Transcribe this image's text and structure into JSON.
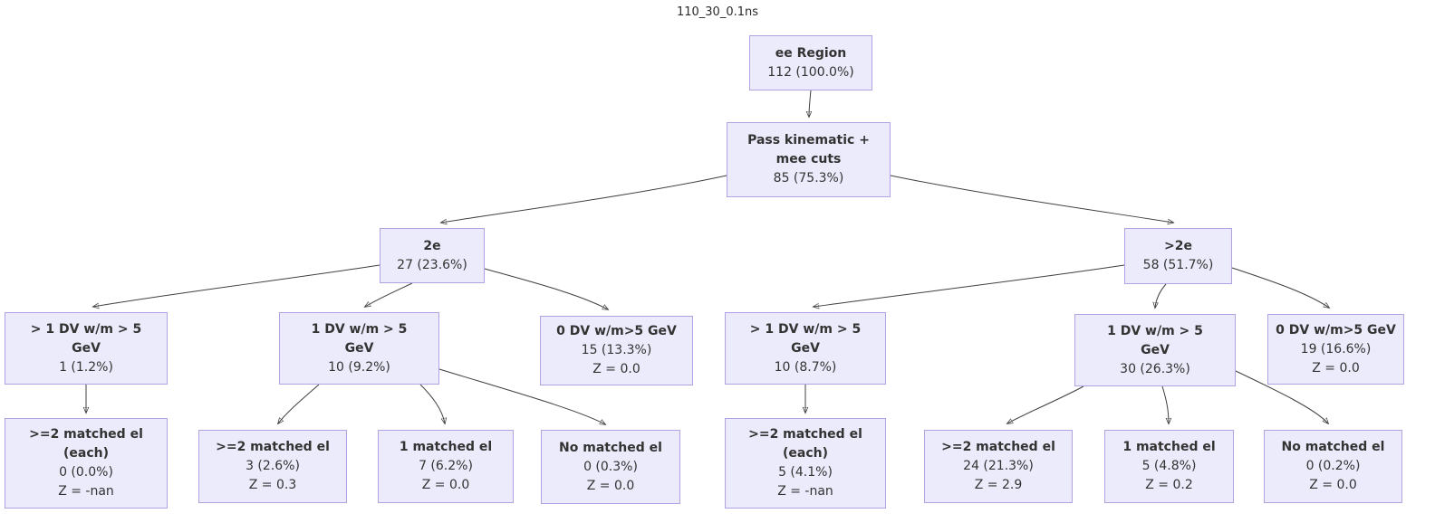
{
  "diagram_title": "110_30_0.1ns",
  "colors": {
    "node_fill": "#ecebfb",
    "node_border": "#b3a2e3",
    "edge": "#3f3f3f",
    "text": "#333333"
  },
  "nodes": [
    {
      "id": "ee-region",
      "title": "ee Region",
      "value": "112 (100.0%)"
    },
    {
      "id": "pass-kinematic",
      "title": "Pass kinematic +\nmee cuts",
      "value": "85 (75.3%)"
    },
    {
      "id": "2e",
      "title": "2e",
      "value": "27 (23.6%)"
    },
    {
      "id": "gt2e",
      "title": ">2e",
      "value": "58 (51.7%)"
    },
    {
      "id": "2e-gt1dv",
      "title": "> 1 DV w/m > 5\nGeV",
      "value": "1 (1.2%)"
    },
    {
      "id": "2e-1dv",
      "title": "1 DV w/m > 5\nGeV",
      "value": "10 (9.2%)"
    },
    {
      "id": "2e-0dv",
      "title": "0 DV w/m>5 GeV",
      "value": "15 (13.3%)",
      "z": "Z = 0.0"
    },
    {
      "id": "gt2e-gt1dv",
      "title": "> 1 DV w/m > 5\nGeV",
      "value": "10 (8.7%)"
    },
    {
      "id": "gt2e-1dv",
      "title": "1 DV w/m > 5\nGeV",
      "value": "30 (26.3%)"
    },
    {
      "id": "gt2e-0dv",
      "title": "0 DV w/m>5 GeV",
      "value": "19 (16.6%)",
      "z": "Z = 0.0"
    },
    {
      "id": "2e-gt1dv-ge2-each",
      "title": ">=2 matched el\n(each)",
      "value": "0 (0.0%)",
      "z": "Z = -nan"
    },
    {
      "id": "2e-1dv-ge2",
      "title": ">=2 matched el",
      "value": "3 (2.6%)",
      "z": "Z = 0.3"
    },
    {
      "id": "2e-1dv-1match",
      "title": "1 matched el",
      "value": "7 (6.2%)",
      "z": "Z = 0.0"
    },
    {
      "id": "2e-1dv-nomatch",
      "title": "No matched el",
      "value": "0 (0.3%)",
      "z": "Z = 0.0"
    },
    {
      "id": "gt2e-gt1dv-ge2-each",
      "title": ">=2 matched el\n(each)",
      "value": "5 (4.1%)",
      "z": "Z = -nan"
    },
    {
      "id": "gt2e-1dv-ge2",
      "title": ">=2 matched el",
      "value": "24 (21.3%)",
      "z": "Z = 2.9"
    },
    {
      "id": "gt2e-1dv-1match",
      "title": "1 matched el",
      "value": "5 (4.8%)",
      "z": "Z = 0.2"
    },
    {
      "id": "gt2e-1dv-nomatch",
      "title": "No matched el",
      "value": "0 (0.2%)",
      "z": "Z = 0.0"
    }
  ],
  "edges": [
    {
      "from": "ee-region",
      "to": "pass-kinematic"
    },
    {
      "from": "pass-kinematic",
      "to": "2e"
    },
    {
      "from": "pass-kinematic",
      "to": "gt2e"
    },
    {
      "from": "2e",
      "to": "2e-gt1dv"
    },
    {
      "from": "2e",
      "to": "2e-1dv"
    },
    {
      "from": "2e",
      "to": "2e-0dv"
    },
    {
      "from": "gt2e",
      "to": "gt2e-gt1dv"
    },
    {
      "from": "gt2e",
      "to": "gt2e-1dv"
    },
    {
      "from": "gt2e",
      "to": "gt2e-0dv"
    },
    {
      "from": "2e-gt1dv",
      "to": "2e-gt1dv-ge2-each"
    },
    {
      "from": "2e-1dv",
      "to": "2e-1dv-ge2"
    },
    {
      "from": "2e-1dv",
      "to": "2e-1dv-1match"
    },
    {
      "from": "2e-1dv",
      "to": "2e-1dv-nomatch"
    },
    {
      "from": "gt2e-gt1dv",
      "to": "gt2e-gt1dv-ge2-each"
    },
    {
      "from": "gt2e-1dv",
      "to": "gt2e-1dv-ge2"
    },
    {
      "from": "gt2e-1dv",
      "to": "gt2e-1dv-1match"
    },
    {
      "from": "gt2e-1dv",
      "to": "gt2e-1dv-nomatch"
    }
  ]
}
